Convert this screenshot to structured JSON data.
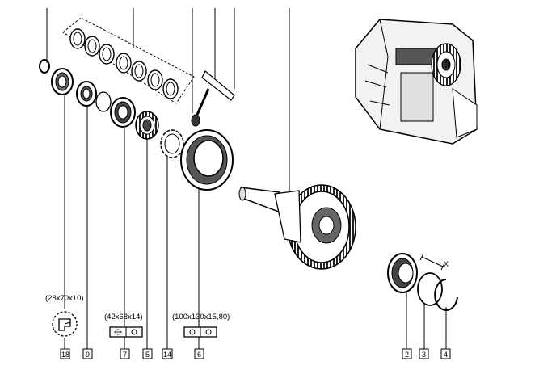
{
  "parts": {
    "p18": "18",
    "p9": "9",
    "p7": "7",
    "p5": "5",
    "p14": "14",
    "p6": "6",
    "p2": "2",
    "p3": "3",
    "p4": "4"
  },
  "dimensions": {
    "seal": "(28x70x10)",
    "bearing_small": "(42x68x14)",
    "bearing_large": "(100x130x15,80)"
  },
  "annotation": {
    "x_mark": "X"
  },
  "colors": {
    "ink": "#000000",
    "paper": "#ffffff",
    "shade": "#555555"
  },
  "icons": [
    "seal-symbol-icon",
    "bearing-symbol-icon"
  ]
}
